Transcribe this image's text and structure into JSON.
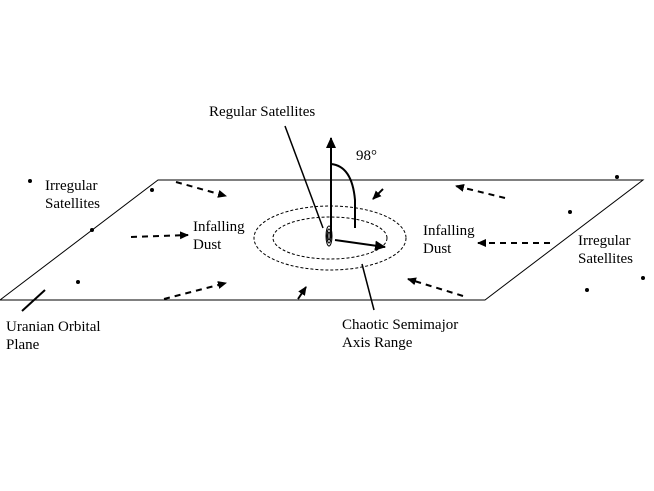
{
  "diagram": {
    "labels": {
      "regular_satellites": "Regular Satellites",
      "angle": "98°",
      "irregular_left_line1": "Irregular",
      "irregular_left_line2": "Satellites",
      "irregular_right_line1": "Irregular",
      "irregular_right_line2": "Satellites",
      "infalling_left_line1": "Infalling",
      "infalling_left_line2": "Dust",
      "infalling_right_line1": "Infalling",
      "infalling_right_line2": "Dust",
      "orbital_plane_line1": "Uranian Orbital",
      "orbital_plane_line2": "Plane",
      "chaotic_line1": "Chaotic Semimajor",
      "chaotic_line2": "Axis Range"
    },
    "colors": {
      "ink": "#000000",
      "background": "#ffffff"
    }
  }
}
